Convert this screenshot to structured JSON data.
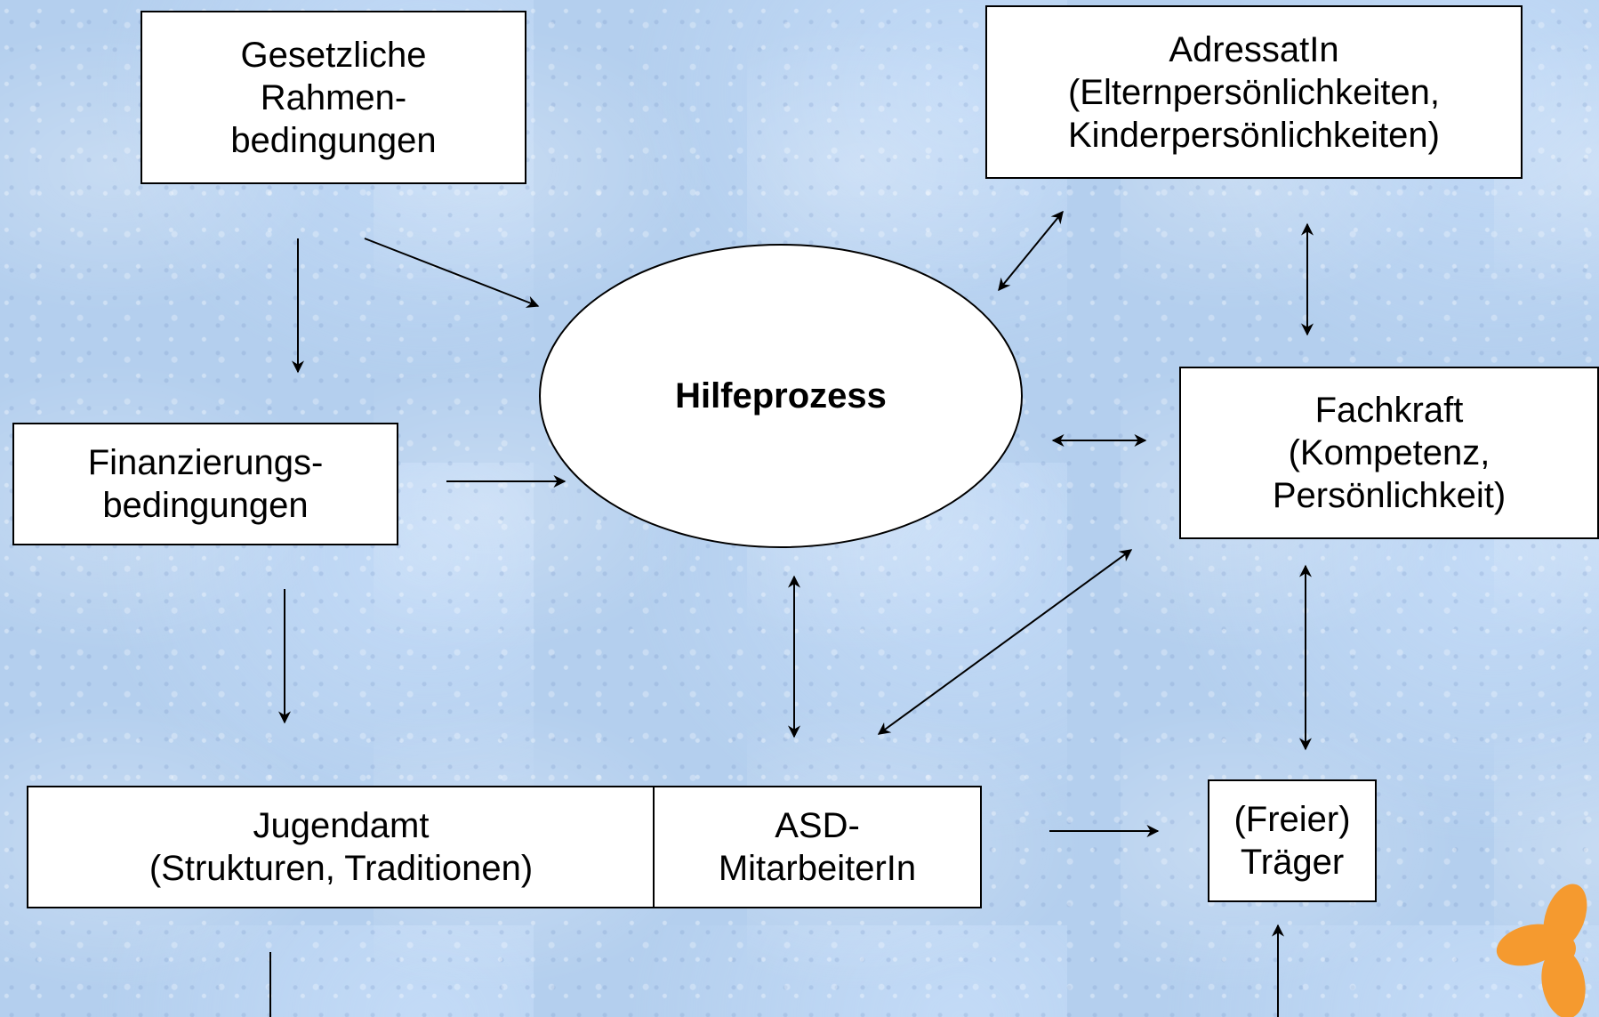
{
  "nodes": {
    "gesetzliche": "Gesetzliche\nRahmen-\nbedingungen",
    "adressatin": "AdressatIn\n(Elternpersönlichkeiten,\nKinderpersönlichkeiten)",
    "hilfeprozess": "Hilfeprozess",
    "fachkraft": "Fachkraft\n(Kompetenz,\nPersönlichkeit)",
    "finanzierung": "Finanzierungs-\nbedingungen",
    "jugendamt": "Jugendamt\n(Strukturen, Traditionen)",
    "asd": "ASD-\nMitarbeiterIn",
    "traeger": "(Freier)\nTräger"
  },
  "colors": {
    "background": "#b4cfee",
    "box_fill": "#ffffff",
    "line": "#000000",
    "logo": "#f59a2f"
  },
  "icons": {
    "logo": "orange-flower-logo"
  }
}
